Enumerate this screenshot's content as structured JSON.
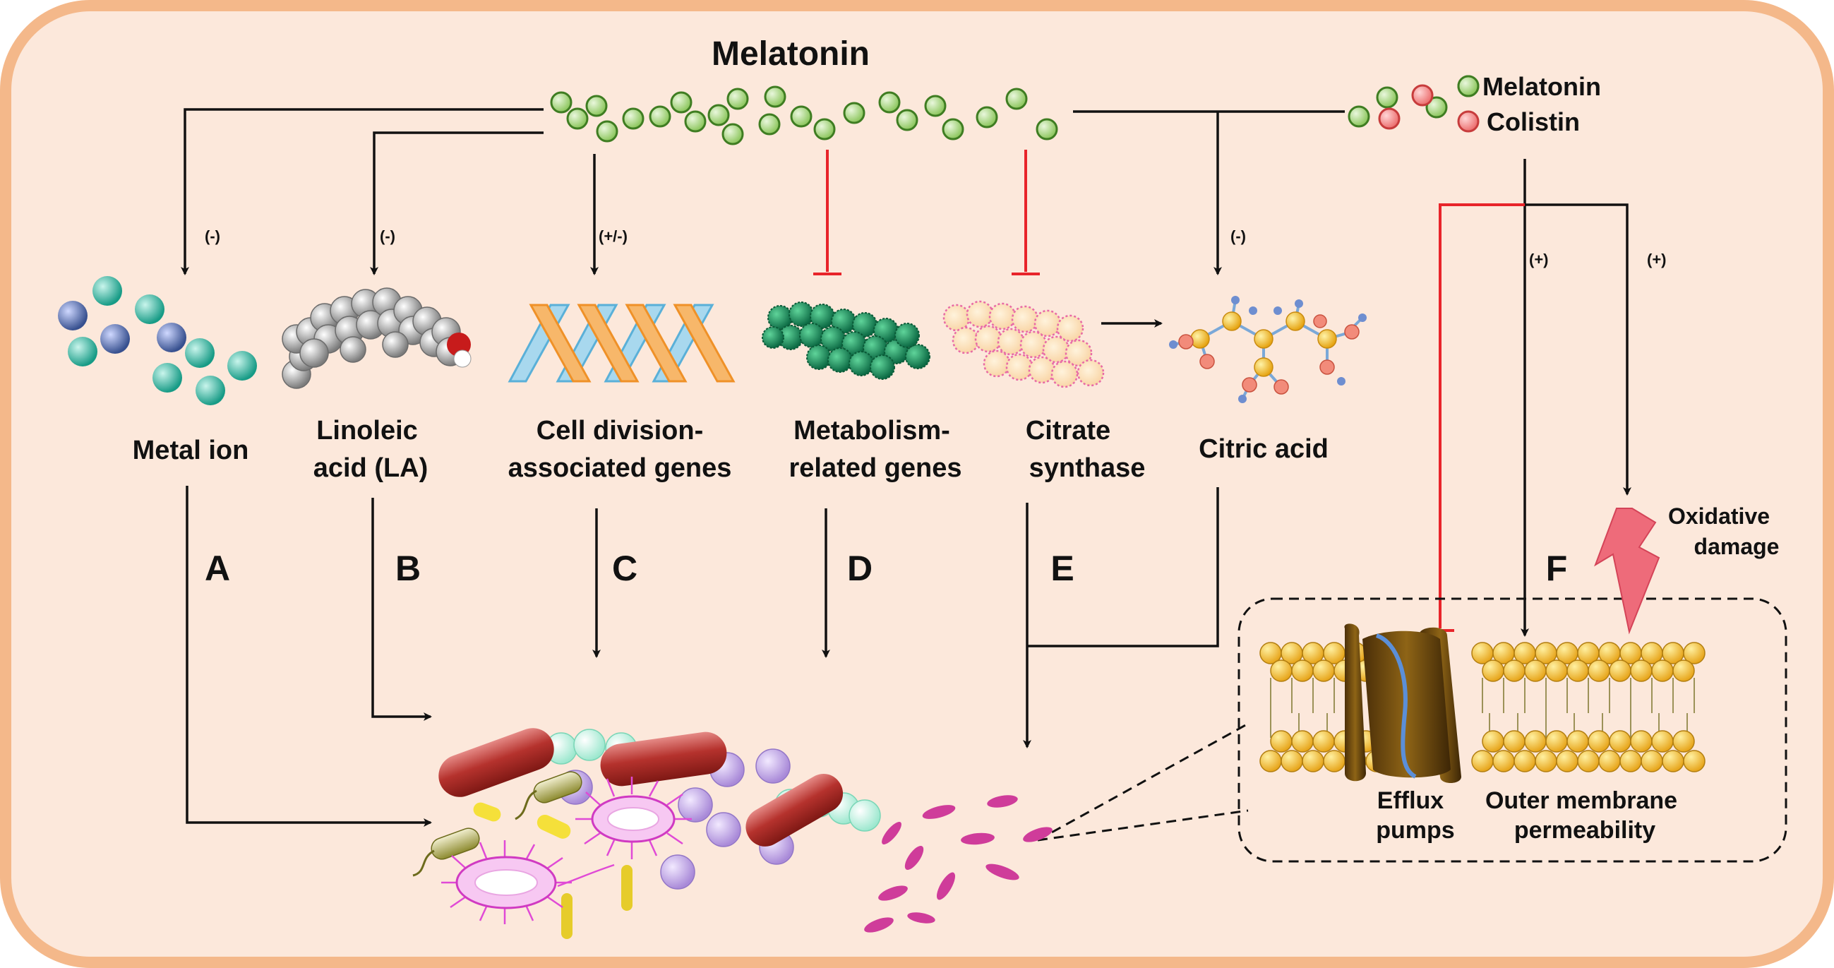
{
  "title": "Melatonin",
  "legend": {
    "melatonin": "Melatonin",
    "colistin": "Colistin"
  },
  "targets": [
    {
      "name": "Metal ion",
      "effect": "(-)",
      "pathway": "A"
    },
    {
      "name_line1": "Linoleic",
      "name_line2": "acid (LA)",
      "effect": "(-)",
      "pathway": "B"
    },
    {
      "name_line1": "Cell division-",
      "name_line2": "associated genes",
      "effect": "(+/-)",
      "pathway": "C"
    },
    {
      "name_line1": "Metabolism-",
      "name_line2": "related genes",
      "pathway": "D"
    },
    {
      "name_line1": "Citrate",
      "name_line2": "synthase",
      "pathway": "E"
    },
    {
      "name": "Citric acid",
      "effect": "(-)"
    }
  ],
  "pathway_f": {
    "letter": "F",
    "effect_membrane": "(+)",
    "effect_oxidative": "(+)"
  },
  "oxidative_damage": {
    "line1": "Oxidative",
    "line2": "damage"
  },
  "membrane": {
    "efflux_line1": "Efflux",
    "efflux_line2": "pumps",
    "outer_line1": "Outer membrane",
    "outer_line2": "permeability"
  },
  "colors": {
    "background": "#fce8db",
    "border": "#f4b88a",
    "melatonin": "#9ad06c",
    "colistin": "#f07f7f",
    "inhibit": "#e8242a",
    "arrow": "#111111"
  }
}
